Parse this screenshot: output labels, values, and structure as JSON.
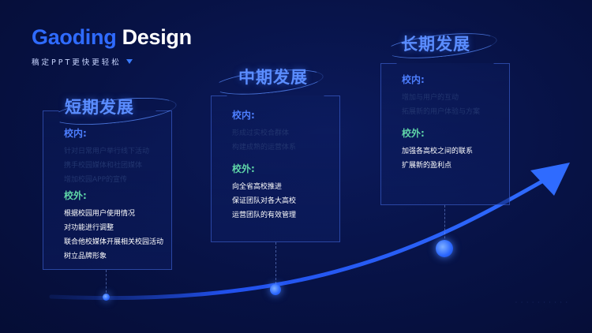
{
  "brand": {
    "part1": "Gaoding",
    "part2": " Design",
    "tagline": "稿定PPT更快更轻松"
  },
  "phases": [
    {
      "title": "短期发展",
      "inside_label": "校内:",
      "inside_items": [
        "针对日常用户举行线下活动",
        "携手校园媒体和社团媒体",
        "增加校园APP的宣传"
      ],
      "outside_label": "校外:",
      "outside_items": [
        "根据校园用户使用情况",
        "对功能进行调整",
        "联合他校媒体开展相关校园活动",
        "树立品牌形象"
      ]
    },
    {
      "title": "中期发展",
      "inside_label": "校内:",
      "inside_items": [
        "形成过实校合群体",
        "构建成熟的运营体系"
      ],
      "outside_label": "校外:",
      "outside_items": [
        "向全省高校推进",
        "保证团队对各大高校",
        "运营团队的有效管理"
      ]
    },
    {
      "title": "长期发展",
      "inside_label": "校内:",
      "inside_items": [
        "增加与用户的互动",
        "拓展新的用户体验与方案"
      ],
      "outside_label": "校外:",
      "outside_items": [
        "加强各高校之间的联系",
        "扩展新的盈利点"
      ]
    }
  ],
  "watermark": "· · · · · · · · · ·",
  "colors": {
    "accent": "#2f6bff",
    "inside": "#4d7fff",
    "outside": "#5fd6a8",
    "bg": "#071245"
  }
}
